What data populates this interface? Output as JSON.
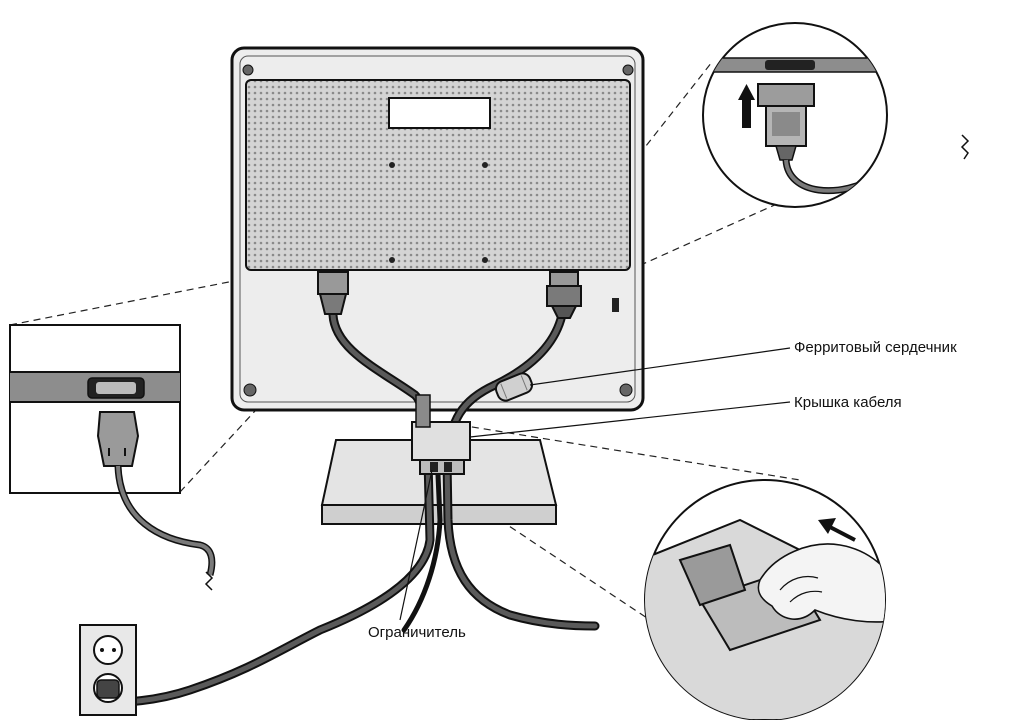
{
  "labels": {
    "ferrite_core": "Ферритовый сердечник",
    "cable_cover": "Крышка кабеля",
    "limiter": "Ограничитель"
  },
  "colors": {
    "ink": "#111111",
    "panel": "#e6e6e6",
    "panel_dark": "#bdbdbd",
    "cable": "#3a3a3a",
    "paper": "#ffffff"
  },
  "icons": {
    "arrow_up": "arrow-up-icon",
    "arrow_diagonal": "arrow-diagonal-icon",
    "wall_socket": "wall-socket-icon",
    "power_connector": "power-connector-icon",
    "vga_connector": "vga-connector-icon"
  }
}
